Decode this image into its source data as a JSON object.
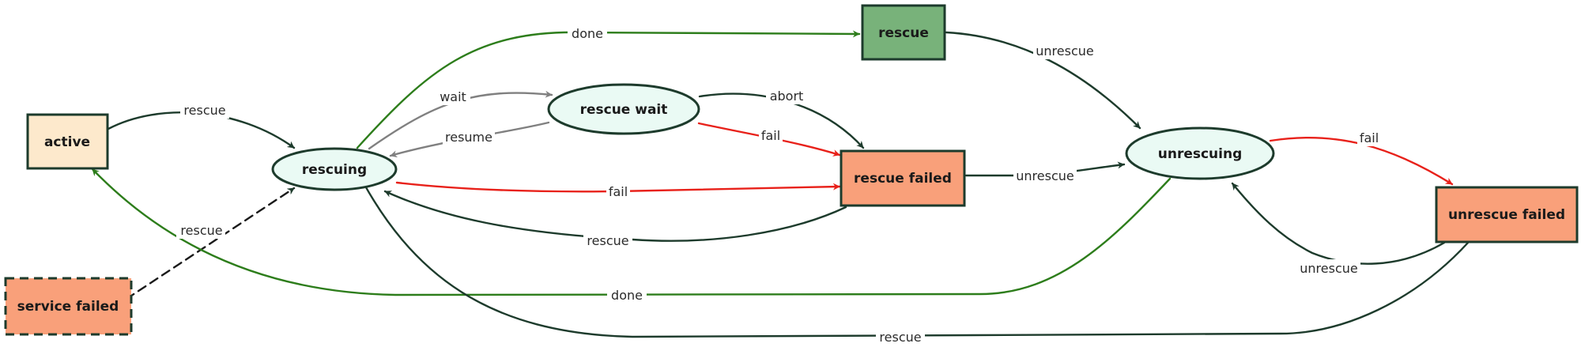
{
  "colors": {
    "dark": "#1d3b2c",
    "green": "#2d7d1b",
    "red": "#e8211a",
    "gray": "#808080",
    "fill_active": "#fde9cc",
    "fill_state": "#eafaf4",
    "fill_rescue": "#78b27a",
    "fill_failed": "#f9a07a"
  },
  "nodes": {
    "active": {
      "label": "active",
      "shape": "rect"
    },
    "rescuing": {
      "label": "rescuing",
      "shape": "ellipse"
    },
    "rescue_wait": {
      "label": "rescue wait",
      "shape": "ellipse"
    },
    "rescue": {
      "label": "rescue",
      "shape": "rect"
    },
    "rescue_failed": {
      "label": "rescue failed",
      "shape": "rect"
    },
    "unrescuing": {
      "label": "unrescuing",
      "shape": "ellipse"
    },
    "unrescue_failed": {
      "label": "unrescue failed",
      "shape": "rect"
    },
    "service_failed": {
      "label": "service failed",
      "shape": "rect",
      "border": "dashed"
    }
  },
  "edges": [
    {
      "id": "active-rescuing",
      "from": "active",
      "to": "rescuing",
      "label": "rescue",
      "color": "dark"
    },
    {
      "id": "service-failed-rescuing",
      "from": "service failed",
      "to": "rescuing",
      "label": "rescue",
      "color": "dark",
      "style": "dashed"
    },
    {
      "id": "rescuing-rescue",
      "from": "rescuing",
      "to": "rescue",
      "label": "done",
      "color": "green"
    },
    {
      "id": "rescuing-rescue-wait",
      "from": "rescuing",
      "to": "rescue wait",
      "label": "wait",
      "color": "gray"
    },
    {
      "id": "rescue-wait-rescuing",
      "from": "rescue wait",
      "to": "rescuing",
      "label": "resume",
      "color": "gray"
    },
    {
      "id": "rescue-wait-rescue-failed-abort",
      "from": "rescue wait",
      "to": "rescue failed",
      "label": "abort",
      "color": "dark"
    },
    {
      "id": "rescue-wait-rescue-failed-fail",
      "from": "rescue wait",
      "to": "rescue failed",
      "label": "fail",
      "color": "red"
    },
    {
      "id": "rescuing-rescue-failed",
      "from": "rescuing",
      "to": "rescue failed",
      "label": "fail",
      "color": "red"
    },
    {
      "id": "rescue-failed-rescuing",
      "from": "rescue failed",
      "to": "rescuing",
      "label": "rescue",
      "color": "dark"
    },
    {
      "id": "rescue-unrescuing",
      "from": "rescue",
      "to": "unrescuing",
      "label": "unrescue",
      "color": "dark"
    },
    {
      "id": "rescue-failed-unrescuing",
      "from": "rescue failed",
      "to": "unrescuing",
      "label": "unrescue",
      "color": "dark"
    },
    {
      "id": "unrescuing-unrescue-failed",
      "from": "unrescuing",
      "to": "unrescue failed",
      "label": "fail",
      "color": "red"
    },
    {
      "id": "unrescue-failed-unrescuing",
      "from": "unrescue failed",
      "to": "unrescuing",
      "label": "unrescue",
      "color": "dark"
    },
    {
      "id": "unrescuing-active",
      "from": "unrescuing",
      "to": "active",
      "label": "done",
      "color": "green"
    },
    {
      "id": "unrescue-failed-rescuing",
      "from": "unrescue failed",
      "to": "rescuing",
      "label": "rescue",
      "color": "dark"
    }
  ]
}
